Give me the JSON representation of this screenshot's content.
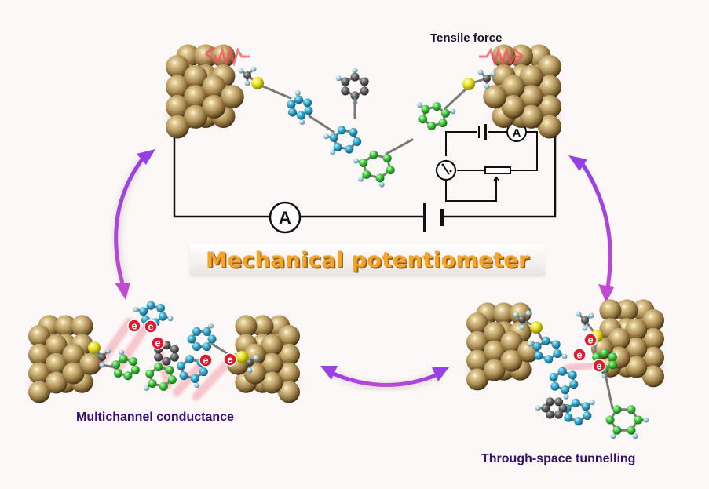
{
  "figure": {
    "title": "Mechanical potentiometer",
    "labels": {
      "tensile_force": "Tensile force",
      "multichannel": "Multichannel conductance",
      "through_space": "Through-space tunnelling"
    },
    "ammeter_symbol": "A",
    "electron_symbol": "e",
    "colors": {
      "background": "#fcf8f8",
      "gold": "#b89a5c",
      "arrow": "#a040e0",
      "force_arrow": "#f05060",
      "label_text": "#3b1070",
      "title_fill": "#f4a42a",
      "carbon_blue": "#2fa6c8",
      "carbon_green": "#3cc43c",
      "carbon_gray": "#5a5a5a",
      "sulfur": "#e8e020",
      "hydrogen": "#9cc4d4",
      "electron": "#e0182c"
    },
    "panels": [
      {
        "name": "top",
        "electron_count": 0
      },
      {
        "name": "bottom-left",
        "electron_count": 5
      },
      {
        "name": "bottom-right",
        "electron_count": 3
      }
    ]
  }
}
